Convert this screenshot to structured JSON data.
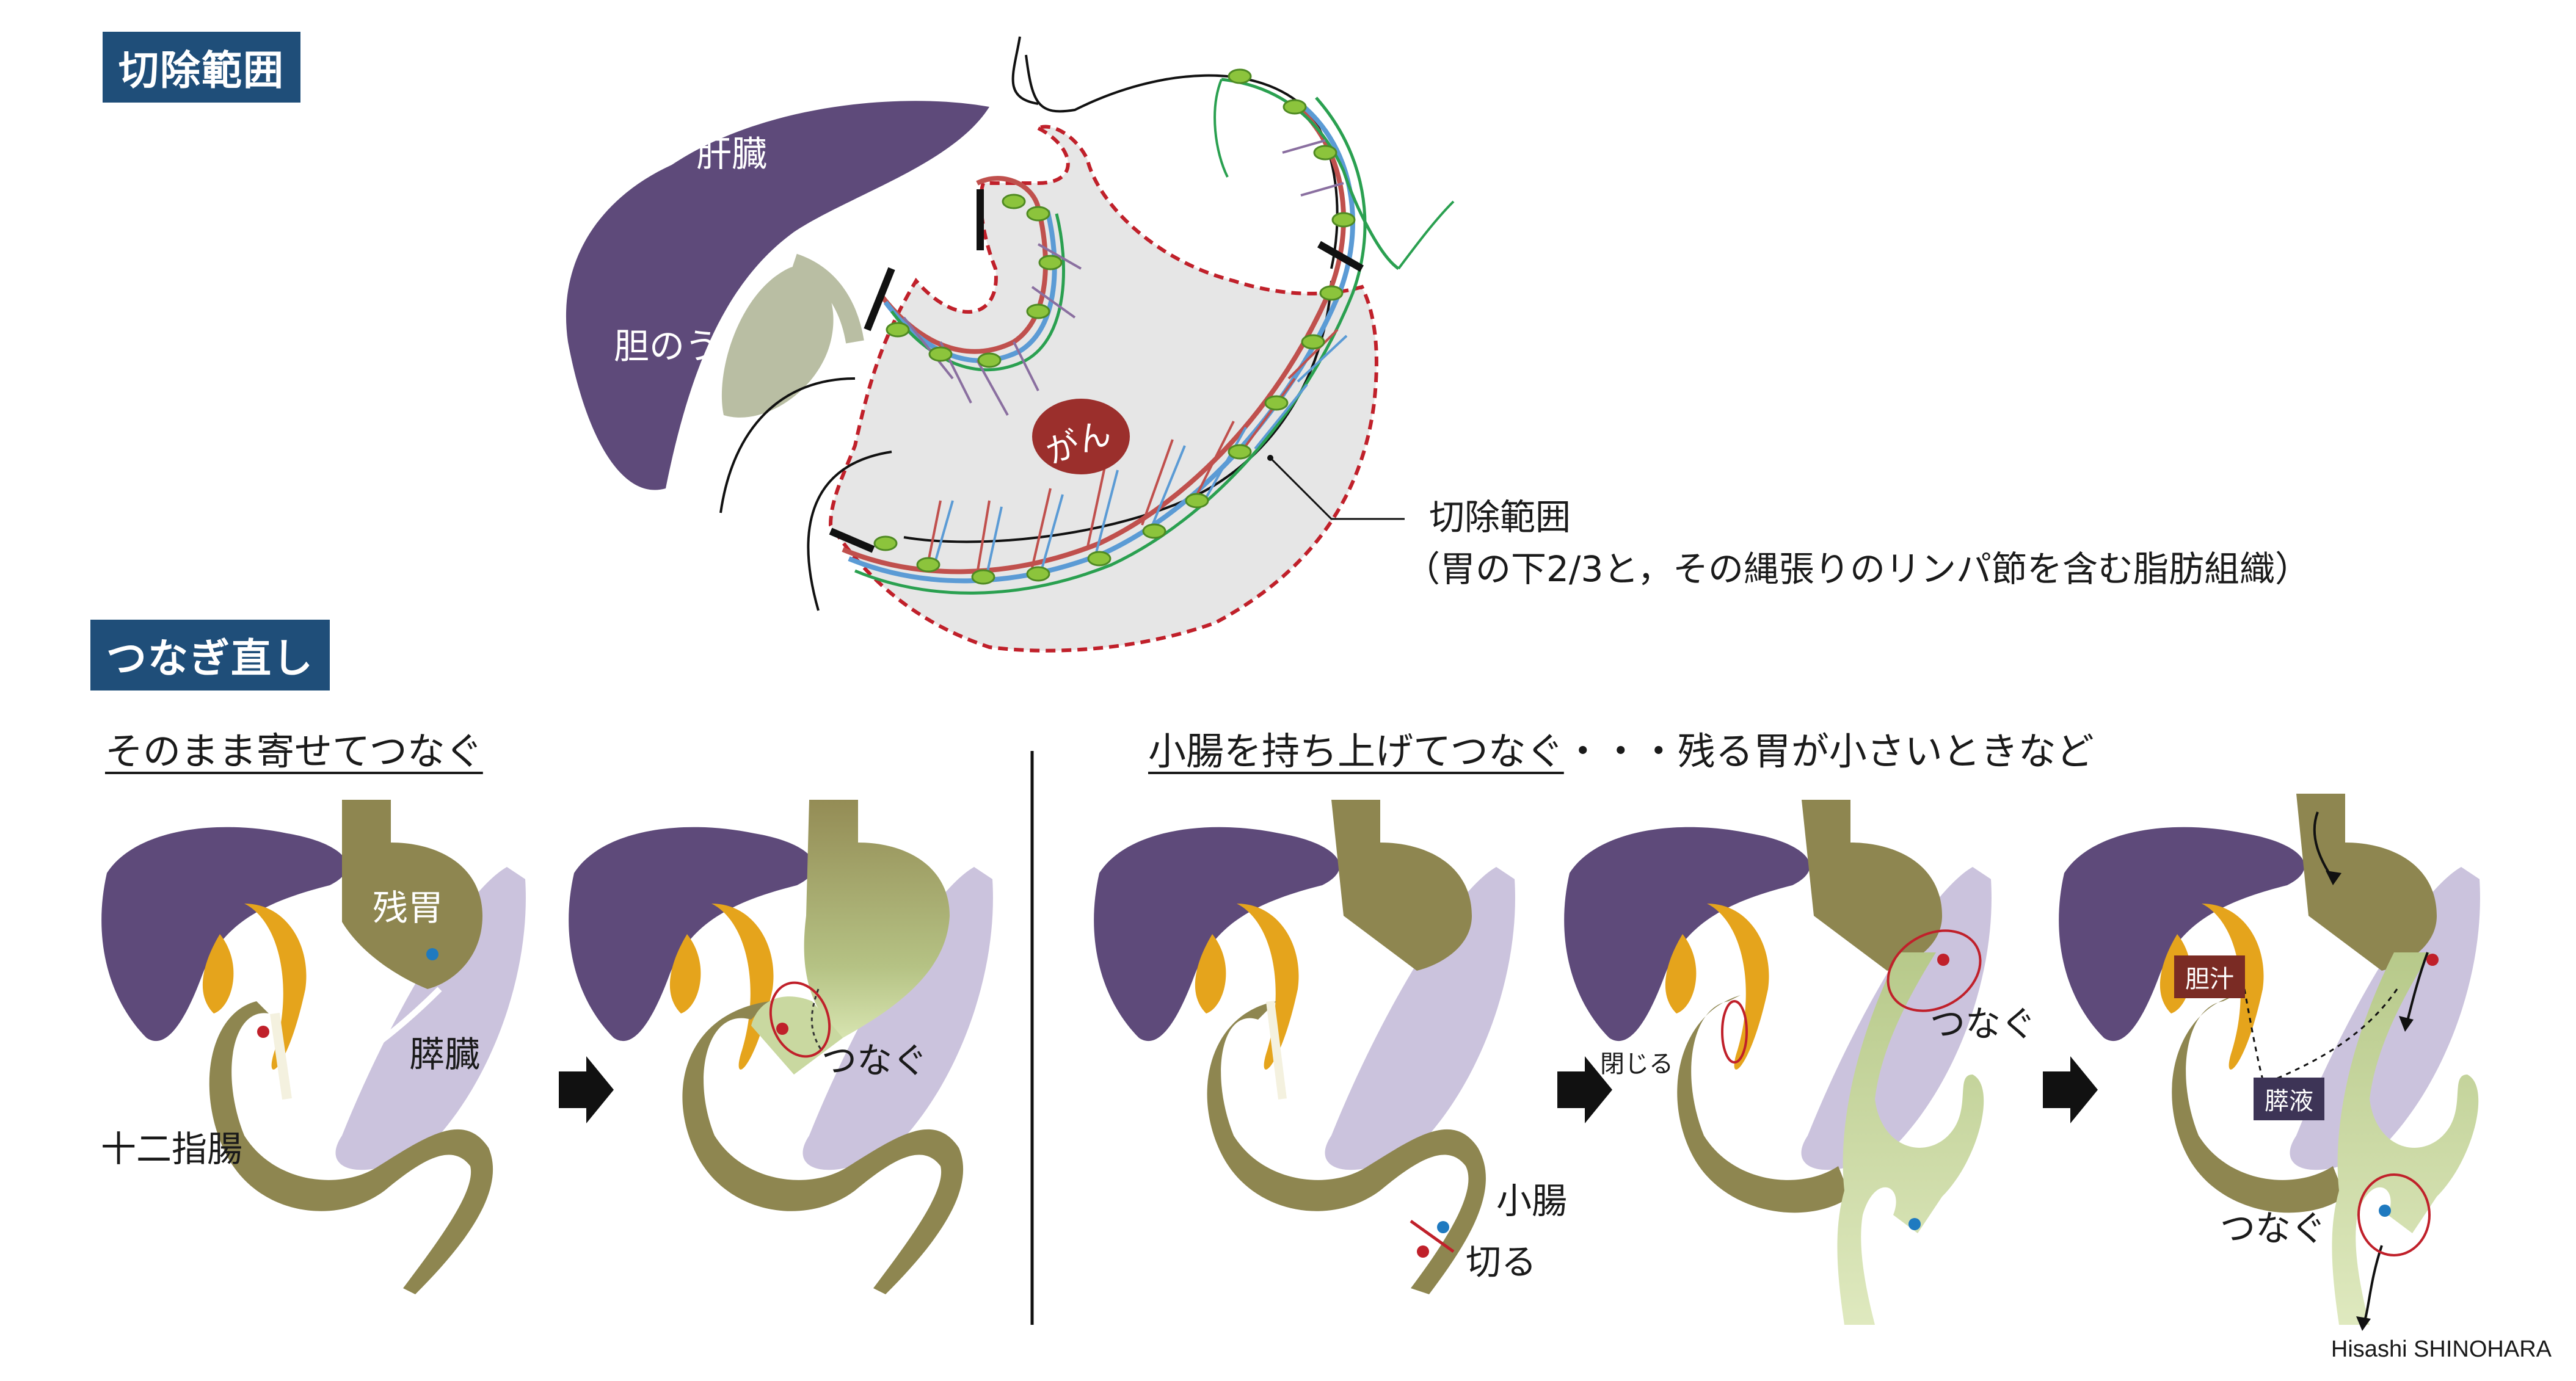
{
  "sections": {
    "resection_badge": "切除範囲",
    "reconnect_badge": "つなぎ直し"
  },
  "top_diagram": {
    "liver_label": "肝臓",
    "gallbladder_label": "胆のう",
    "cancer_label": "がん",
    "resection_label": "切除範囲",
    "resection_note": "（胃の下2/3と，その縄張りのリンパ節を含む脂肪組織）"
  },
  "method_a": {
    "heading": "そのまま寄せてつなぐ",
    "remnant_stomach_label": "残胃",
    "pancreas_label": "膵臓",
    "duodenum_label": "十二指腸",
    "connect_label": "つなぐ"
  },
  "method_b": {
    "heading_underlined": "小腸を持ち上げてつなぐ",
    "heading_rest": "・・・残る胃が小さいときなど",
    "small_intestine_label": "小腸",
    "cut_label": "切る",
    "close_label": "閉じる",
    "connect_label_1": "つなぐ",
    "bile_label": "胆汁",
    "pancreatic_juice_label": "膵液",
    "connect_label_2": "つなぐ"
  },
  "credit": "Hisashi SHINOHARA",
  "colors": {
    "badge": "#1f4e79",
    "liver": "#5e4a7a",
    "stomach": "#8e8650",
    "stomach_light": "#b9c98a",
    "pancreas": "#cbc3dd",
    "bile": "#e5a41c",
    "cancer": "#9b2f2c",
    "resection_fill": "#e6e6e6",
    "dashed_line": "#c0202a",
    "lymph_node": "#8cc43c"
  }
}
